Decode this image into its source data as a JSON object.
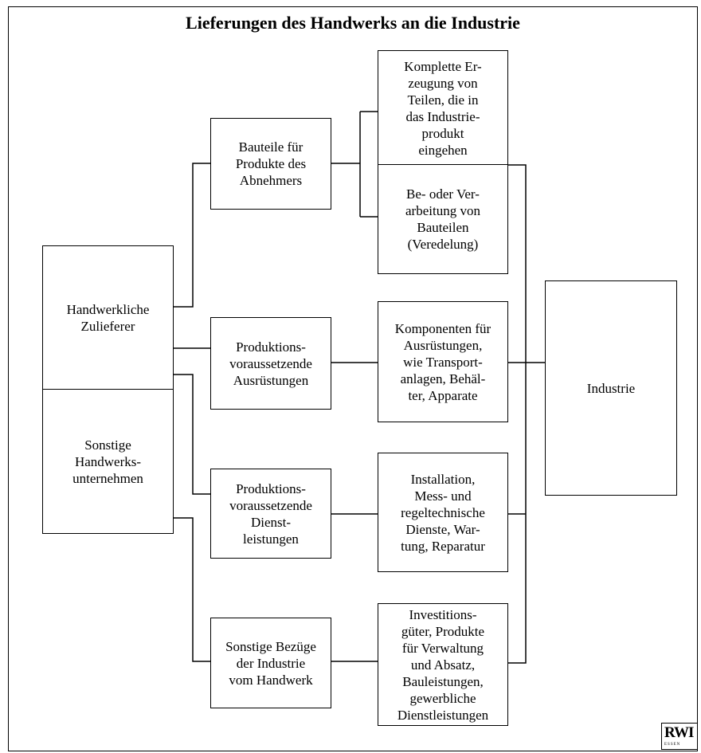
{
  "title": "Lieferungen des Handwerks an die Industrie",
  "boxes": {
    "zulieferer": "Handwerkliche\nZulieferer",
    "sonstige_handwerk": "Sonstige\nHandwerks-\nunternehmen",
    "bauteile": "Bauteile für\nProdukte des\nAbnehmers",
    "ausruestungen": "Produktions-\nvoraussetzende\nAusrüstungen",
    "dienstleistungen": "Produktions-\nvoraussetzende\nDienst-\nleistungen",
    "sonstige_bezuege": "Sonstige Bezüge\nder Industrie\nvom Handwerk",
    "komplette": "Komplette Er-\nzeugung von\nTeilen, die in\ndas Industrie-\nprodukt\neingehen",
    "bearbeitung": "Be- oder Ver-\narbeitung von\nBauteilen\n(Veredelung)",
    "komponenten": "Komponenten für\nAusrüstungen,\nwie Transport-\nanlagen, Behäl-\nter, Apparate",
    "installation": "Installation,\nMess- und\nregeltechnische\nDienste, War-\ntung, Reparatur",
    "investitionsgueter": "Investitions-\ngüter, Produkte\nfür Verwaltung\nund Absatz,\nBauleistungen,\ngewerbliche\nDienstleistungen",
    "industrie": "Industrie"
  },
  "logo": {
    "main": "RWI",
    "sub": "ESSEN"
  }
}
